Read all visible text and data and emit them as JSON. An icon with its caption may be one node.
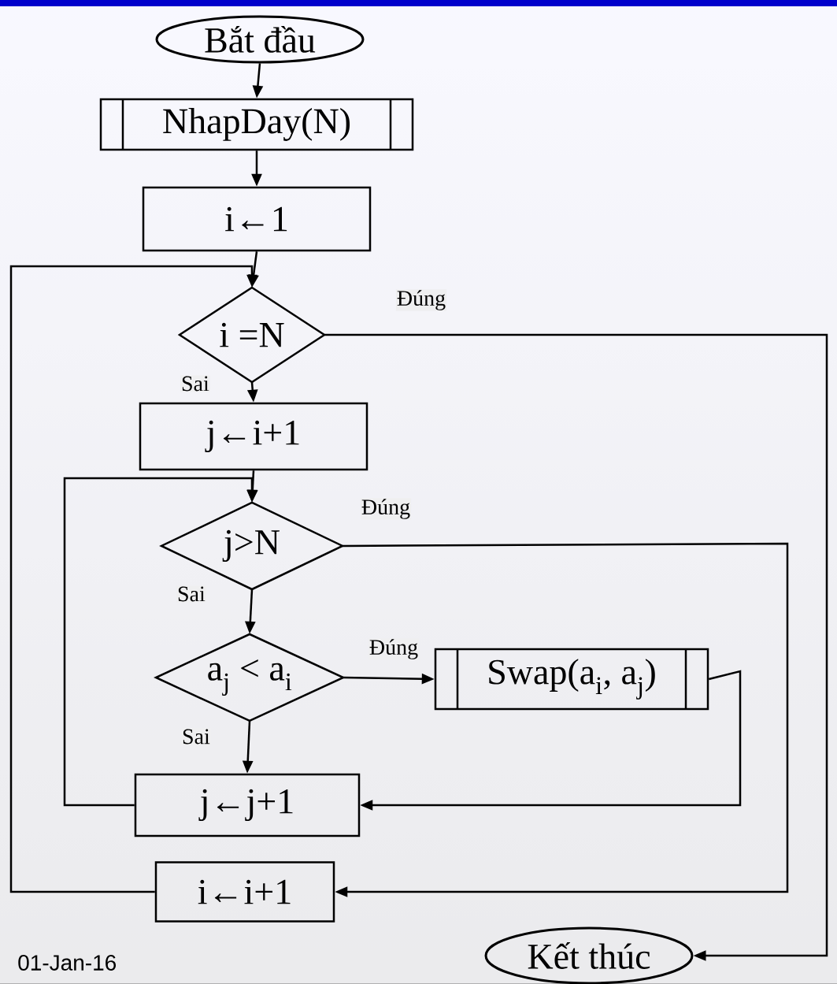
{
  "diagram": {
    "nodes": [
      {
        "text": [
          "Bắt đầu"
        ]
      },
      {
        "text": [
          "NhapDay(N)"
        ]
      },
      {
        "text": [
          "i←1"
        ]
      },
      {
        "text": [
          "i =N"
        ]
      },
      {
        "text": [
          "j←i+1"
        ]
      },
      {
        "text": [
          "j>N"
        ]
      },
      {
        "text": [
          "a$_{j}$ < a$_{i}$"
        ]
      },
      {
        "text": [
          "Swap(a$_{i}$, a$_{j}$)"
        ]
      },
      {
        "text": [
          "j←j+1"
        ]
      },
      {
        "text": [
          "i←i+1"
        ]
      },
      {
        "text": [
          "Kết thúc"
        ]
      }
    ],
    "edges": [
      {
        "from": 0,
        "to": 1,
        "arrow": "to"
      },
      {
        "from": 1,
        "to": 2,
        "arrow": "to"
      },
      {
        "from": 2,
        "to": 3,
        "arrow": "to"
      },
      {
        "from": 3,
        "to": 4,
        "arrow": "to",
        "label": "Sai"
      },
      {
        "from": 3,
        "to": 10,
        "arrow": "to",
        "label": "Đúng"
      },
      {
        "from": 4,
        "to": 5,
        "arrow": "to"
      },
      {
        "from": 5,
        "to": 6,
        "arrow": "to",
        "label": "Sai"
      },
      {
        "from": 5,
        "to": 9,
        "arrow": "to",
        "label": "Đúng"
      },
      {
        "from": 6,
        "to": 7,
        "arrow": "to",
        "label": "Đúng"
      },
      {
        "from": 6,
        "to": 8,
        "arrow": "to",
        "label": "Sai"
      },
      {
        "from": 7,
        "to": 8,
        "arrow": "to"
      },
      {
        "from": 8,
        "to": 5,
        "arrow": "to"
      },
      {
        "from": 9,
        "to": 3,
        "arrow": "to"
      }
    ],
    "labels": [
      "01-Jan-16"
    ]
  }
}
